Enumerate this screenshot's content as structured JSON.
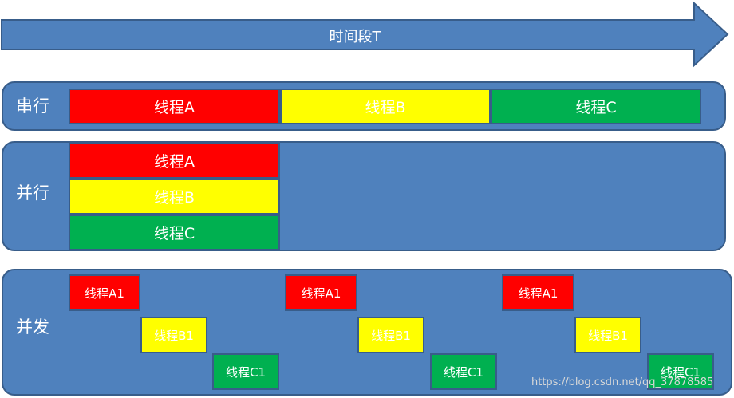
{
  "arrow": {
    "label": "时间段T"
  },
  "colors": {
    "lane": "#4f81bd",
    "border": "#385d8a",
    "red": "#ff0000",
    "yellow": "#ffff00",
    "green": "#00b050"
  },
  "lanes": {
    "serial": {
      "label": "串行",
      "threads": [
        "线程A",
        "线程B",
        "线程C"
      ]
    },
    "parallel": {
      "label": "并行",
      "threads": [
        "线程A",
        "线程B",
        "线程C"
      ]
    },
    "concurrent": {
      "label": "并发",
      "threads": [
        "线程A1",
        "线程B1",
        "线程C1",
        "线程A1",
        "线程B1",
        "线程C1",
        "线程A1",
        "线程B1",
        "线程C1"
      ]
    }
  },
  "watermark": "https://blog.csdn.net/qq_37878585"
}
